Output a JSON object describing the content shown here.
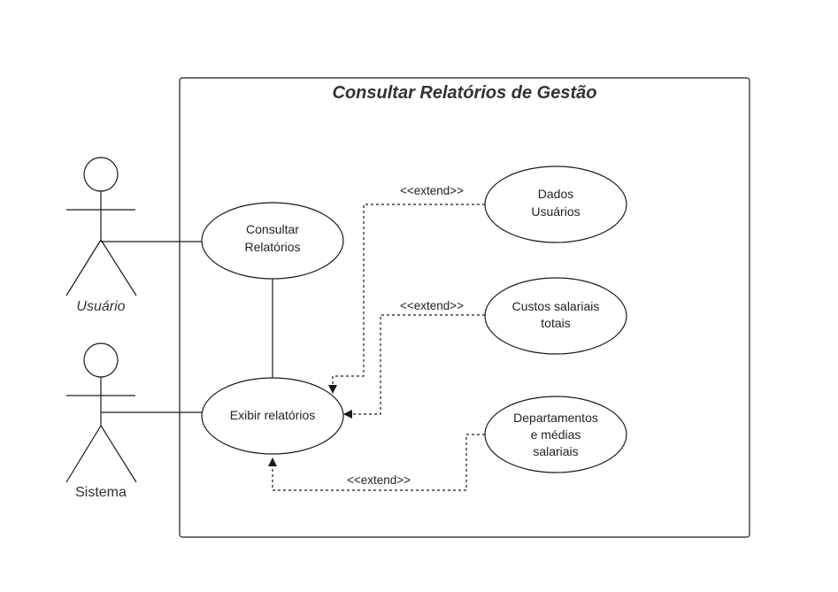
{
  "diagram": {
    "system_title": "Consultar Relatórios de Gestão",
    "actors": {
      "usuario": {
        "label": "Usuário"
      },
      "sistema": {
        "label": "Sistema"
      }
    },
    "use_cases": {
      "consultar": {
        "line1": "Consultar",
        "line2": "Relatórios"
      },
      "exibir": {
        "line1": "Exibir relatórios"
      },
      "dados": {
        "line1": "Dados",
        "line2": "Usuários"
      },
      "custos": {
        "line1": "Custos salariais",
        "line2": "totais"
      },
      "departamentos": {
        "line1": "Departamentos",
        "line2": "e médias",
        "line3": "salariais"
      }
    },
    "relations": {
      "extend_dados": "<<extend>>",
      "extend_custos": "<<extend>>",
      "extend_departamentos": "<<extend>>"
    }
  }
}
